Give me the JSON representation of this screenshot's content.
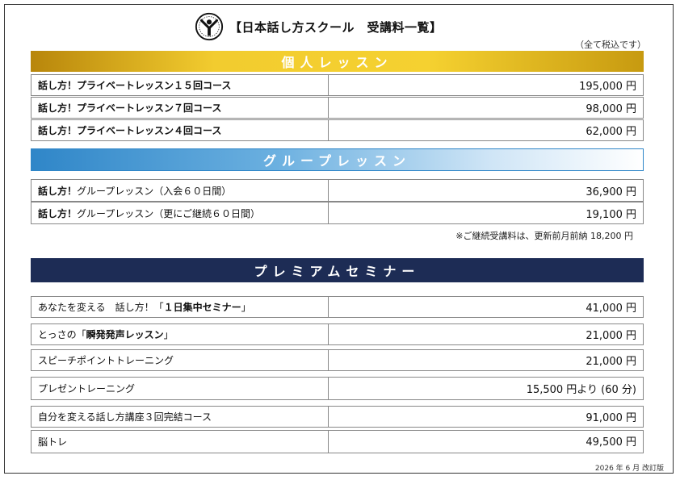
{
  "header": {
    "title": "【日本話し方スクール　受講料一覧】",
    "tax_note": "（全て税込です）"
  },
  "sections": {
    "individual": {
      "title": "個人レッスン",
      "rows": [
        {
          "name": "話し方！プライベートレッスン１５回コース",
          "price": "195,000 円"
        },
        {
          "name": "話し方！プライベートレッスン７回コース",
          "price": "98,000 円"
        },
        {
          "name": "話し方！プライベートレッスン４回コース",
          "price": "62,000 円"
        }
      ]
    },
    "group": {
      "title": "グループレッスン",
      "rows": [
        {
          "name_bold": "話し方！",
          "name_rest": "グループレッスン（入会６０日間）",
          "price": "36,900 円"
        },
        {
          "name_bold": "話し方！",
          "name_rest": "グループレッスン（更にご継続６０日間）",
          "price": "19,100 円"
        }
      ],
      "note": "※ご継続受講料は、更新前月前納 18,200 円"
    },
    "premium": {
      "title": "プレミアムセミナー",
      "rows": [
        {
          "name_pre": "あなたを変える　話し方！「",
          "name_bold": "１日集中セミナー",
          "name_post": "」",
          "price": "41,000 円"
        },
        {
          "name_pre": "とっさの「",
          "name_bold": "瞬発発声レッスン",
          "name_post": "」",
          "price": "21,000 円"
        },
        {
          "name": "スピーチポイントトレーニング",
          "price": "21,000 円"
        },
        {
          "name": "プレゼントレーニング",
          "price": "15,500 円より (60 分)"
        },
        {
          "name": "自分を変える話し方講座３回完結コース",
          "price": "91,000 円"
        },
        {
          "name": "脳トレ",
          "price": "49,500 円"
        }
      ]
    }
  },
  "footer": {
    "revision": "2026 年 6 月 改訂版"
  },
  "colors": {
    "gold": "#f2cc2f",
    "blue": "#2f86c8",
    "navy": "#1d2c55"
  },
  "icons": {
    "logo": "school-logo-icon"
  }
}
